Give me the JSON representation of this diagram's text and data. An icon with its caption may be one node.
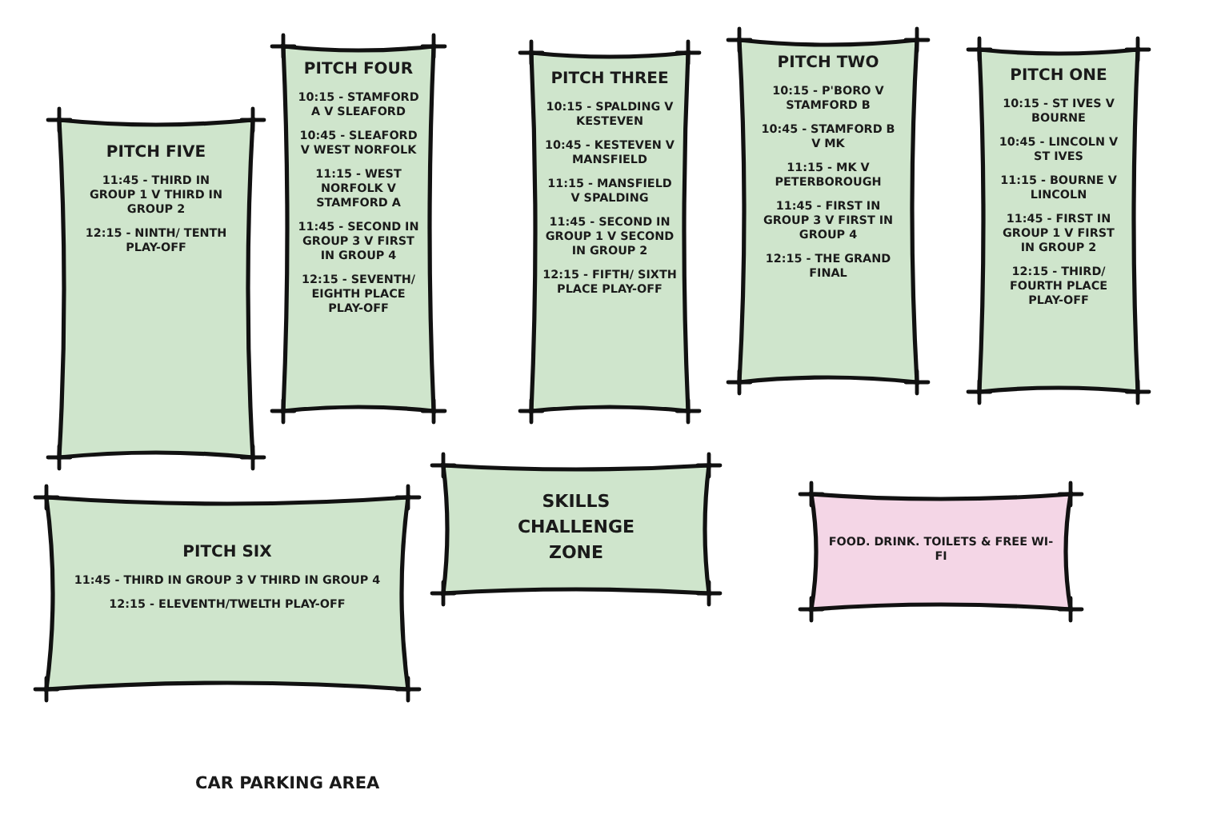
{
  "diagram": {
    "nodes": [
      {
        "text": [
          "PITCH FIVE",
          "11:45 - THIRD IN GROUP 1 V THIRD IN GROUP 2",
          "12:15 - NINTH/ TENTH PLAY-OFF"
        ]
      },
      {
        "text": [
          "PITCH FOUR",
          "10:15 - STAMFORD A V SLEAFORD",
          "10:45 - SLEAFORD V WEST NORFOLK",
          "11:15 - WEST NORFOLK V STAMFORD A",
          "11:45 - SECOND IN GROUP 3 V FIRST IN GROUP 4",
          "12:15 - SEVENTH/ EIGHTH PLACE PLAY-OFF"
        ]
      },
      {
        "text": [
          "PITCH THREE",
          "10:15 - SPALDING V KESTEVEN",
          "10:45 - KESTEVEN V MANSFIELD",
          "11:15 - MANSFIELD V SPALDING",
          "11:45 - SECOND IN GROUP 1 V SECOND IN GROUP 2",
          "12:15 - FIFTH/ SIXTH PLACE PLAY-OFF"
        ]
      },
      {
        "text": [
          "PITCH TWO",
          "10:15 - P'BORO V STAMFORD B",
          "10:45 - STAMFORD B V MK",
          "11:15 - MK V PETERBOROUGH",
          "11:45 - FIRST IN GROUP 3 V FIRST IN GROUP 4",
          "12:15 - THE GRAND FINAL"
        ]
      },
      {
        "text": [
          "PITCH ONE",
          "10:15 - ST IVES V BOURNE",
          "10:45 - LINCOLN V ST IVES",
          "11:15 - BOURNE V LINCOLN",
          "11:45 - FIRST IN GROUP 1 V FIRST IN GROUP 2",
          "12:15 - THIRD/ FOURTH PLACE PLAY-OFF"
        ]
      },
      {
        "text": [
          "PITCH SIX",
          "11:45 - THIRD IN GROUP 3 V THIRD IN GROUP 4",
          "12:15 - ELEVENTH/TWELTH PLAY-OFF"
        ]
      },
      {
        "text": [
          "SKILLS CHALLENGE ZONE"
        ]
      },
      {
        "text": [
          "FOOD. DRINK. TOILETS & FREE WI-FI"
        ]
      }
    ],
    "labels": [
      "CAR PARKING AREA"
    ]
  }
}
